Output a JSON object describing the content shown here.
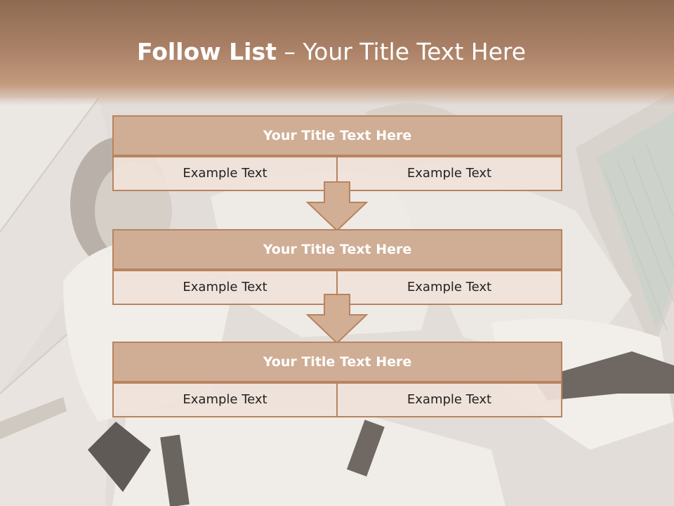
{
  "slide": {
    "title_bold": "Follow List",
    "title_rest": " – Your Title Text Here"
  },
  "blocks": [
    {
      "title": "Your Title Text Here",
      "left": "Example Text",
      "right": "Example Text"
    },
    {
      "title": "Your Title Text Here",
      "left": "Example Text",
      "right": "Example Text"
    },
    {
      "title": "Your Title Text Here",
      "left": "Example Text",
      "right": "Example Text"
    }
  ],
  "colors": {
    "header_band": "#a98066",
    "title_box_fill": "#cfae95",
    "border": "#b8845f",
    "cell_fill": "#f0e2d9",
    "arrow_fill": "#d2ae94"
  },
  "icons": [
    "down-arrow-icon",
    "down-arrow-icon"
  ]
}
